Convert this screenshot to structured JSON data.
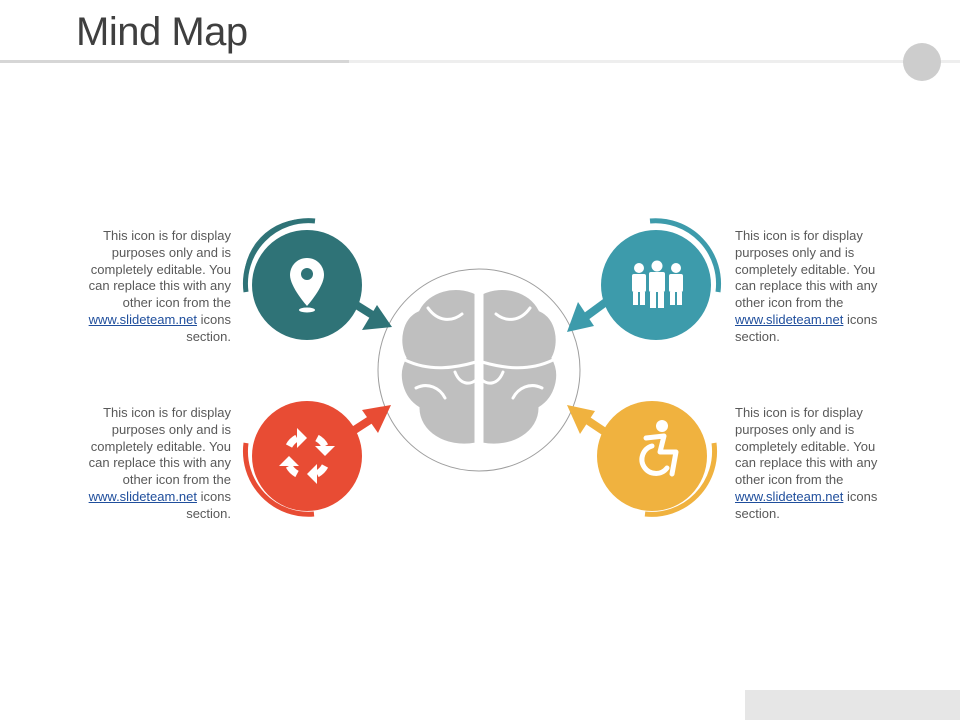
{
  "slide": {
    "title": "Mind Map"
  },
  "colors": {
    "accent_dark_teal": "#2f7377",
    "accent_light_teal": "#3d9bab",
    "accent_red": "#e84c34",
    "accent_yellow": "#f0b23f",
    "brain_gray": "#bfbfbf"
  },
  "nodes": [
    {
      "id": "top-left",
      "icon": "location-pin-icon",
      "color": "#2f7377"
    },
    {
      "id": "top-right",
      "icon": "people-group-icon",
      "color": "#3d9bab"
    },
    {
      "id": "bottom-left",
      "icon": "refresh-arrows-icon",
      "color": "#e84c34"
    },
    {
      "id": "bottom-right",
      "icon": "accessibility-icon",
      "color": "#f0b23f"
    }
  ],
  "center": {
    "icon": "brain-icon"
  },
  "captions": {
    "top_left": {
      "text_before": "This icon is for display purposes only and is completely editable. You can replace this with any other icon from the",
      "link": "www.slideteam.net",
      "text_after": "icons section."
    },
    "top_right": {
      "text_before": "This icon is for display purposes only and is completely editable. You can replace this with any other icon from the",
      "link": "www.slideteam.net",
      "text_after": "icons section."
    },
    "bottom_left": {
      "text_before": "This icon is for display purposes only and is completely editable. You can replace this with any other icon from the",
      "link": "www.slideteam.net",
      "text_after": "icons section."
    },
    "bottom_right": {
      "text_before": "This icon is for display purposes only and is completely editable. You can replace this with any other icon from the",
      "link": "www.slideteam.net",
      "text_after": "icons section."
    }
  }
}
